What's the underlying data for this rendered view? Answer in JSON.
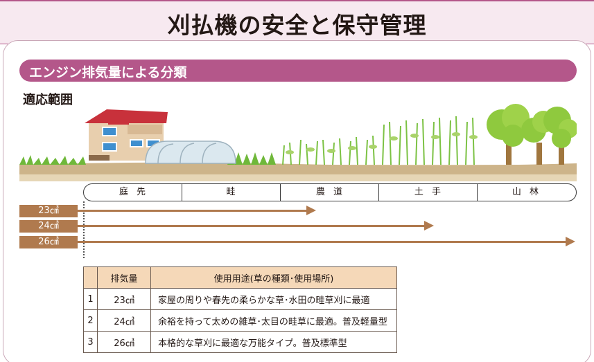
{
  "page": {
    "title": "刈払機の安全と保守管理"
  },
  "section": {
    "title": "エンジン排気量による分類"
  },
  "scope": {
    "label": "適応範囲"
  },
  "zones": [
    "庭 先",
    "畦",
    "農 道",
    "土 手",
    "山 林"
  ],
  "bars": [
    {
      "label": "23㎤",
      "reach_zone": "農 道"
    },
    {
      "label": "24㎤",
      "reach_zone": "土 手"
    },
    {
      "label": "26㎤",
      "reach_zone": "山 林"
    }
  ],
  "table": {
    "headers": [
      "",
      "排気量",
      "使用用途(草の種類･使用場所)"
    ],
    "rows": [
      {
        "no": "1",
        "cc": "23㎤",
        "use": "家屋の周りや春先の柔らかな草･水田の畦草刈に最適"
      },
      {
        "no": "2",
        "cc": "24㎤",
        "use": "余裕を持って太めの雑草･太目の畦草に最適。普及軽量型"
      },
      {
        "no": "3",
        "cc": "26㎤",
        "use": "本格的な草刈に最適な万能タイプ。普及標準型"
      }
    ]
  },
  "colors": {
    "accent": "#b4578a",
    "bar": "#b07a4e",
    "table_header": "#f5d8b8",
    "house_roof": "#c8313b",
    "grass": "#6fb83a",
    "tree": "#8fc93e"
  },
  "icons": [
    "house-icon",
    "greenhouse-icon",
    "grass-icon",
    "crop-icon",
    "tree-icon"
  ]
}
